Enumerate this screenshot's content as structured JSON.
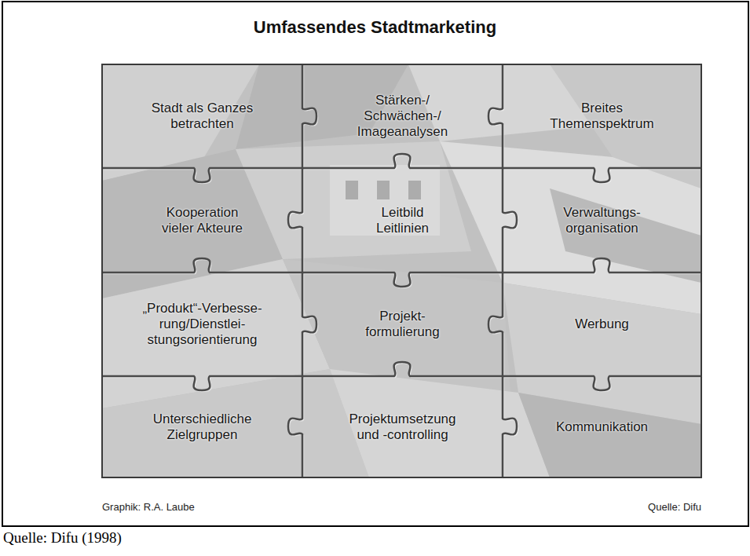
{
  "diagram": {
    "title": "Umfassendes Stadtmarketing",
    "caption": "Quelle: Difu (1998)",
    "nodes": [
      {
        "text": [
          "Stadt als Ganzes betrachten"
        ]
      },
      {
        "text": [
          "Stärken-/ Schwächen-/ Imageanalysen"
        ]
      },
      {
        "text": [
          "Breites Themenspektrum"
        ]
      },
      {
        "text": [
          "Kooperation vieler Akteure"
        ]
      },
      {
        "text": [
          "Leitbild Leitlinien"
        ]
      },
      {
        "text": [
          "Verwaltungs- organisation"
        ]
      },
      {
        "text": [
          "„Produkt“-Verbesse- rung/Dienstlei- stungsorientierung"
        ]
      },
      {
        "text": [
          "Projekt- formulierung"
        ]
      },
      {
        "text": [
          "Werbung"
        ]
      },
      {
        "text": [
          "Unterschiedliche Zielgruppen"
        ]
      },
      {
        "text": [
          "Projektumsetzung und -controlling"
        ]
      },
      {
        "text": [
          "Kommunikation"
        ]
      }
    ],
    "labels": [
      "Graphik: R.A. Laube",
      "Quelle: Difu"
    ]
  }
}
